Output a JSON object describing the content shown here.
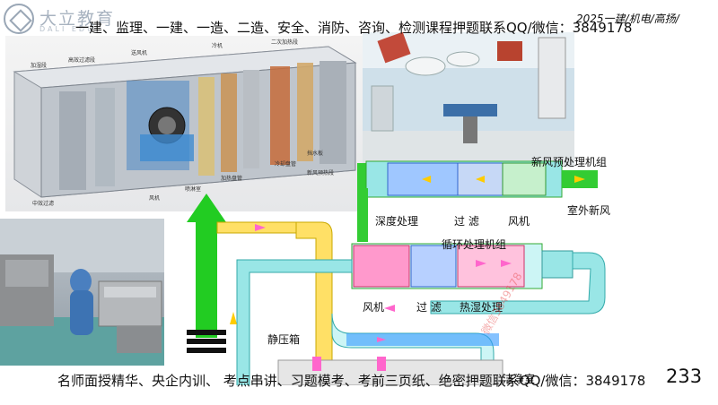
{
  "logo": {
    "name_cn": "大立教育",
    "name_en": "DALI EDU"
  },
  "header": {
    "courses": "一建、监理、一建、一造、二造、安全、消防、咨询、检测课程押题联系QQ/微信：3849178",
    "tag": "2025一建/机电/高扬/"
  },
  "footer": {
    "promo": "名师面授精华、央企内训、 考点串讲、习题模考、考前三页纸、绝密押题联系QQ/微信：3849178",
    "page_number": "233"
  },
  "photo_ahu_labels": [
    "加湿段",
    "高效过滤段",
    "送风机",
    "冷机",
    "二次加热段",
    "中效过滤",
    "风机",
    "冷却盘管",
    "加热盘管",
    "喷淋室",
    "挡水板",
    "新风预热段"
  ],
  "diagram": {
    "labels": {
      "fresh_air_unit": "新风预处理机组",
      "deep_treatment": "深度处理",
      "filter_top": "过 滤",
      "fan_top": "风机",
      "outdoor_air": "室外新风",
      "recirc_unit": "循环处理机组",
      "fan_bottom": "风机",
      "filter_bottom": "过 滤",
      "heat_humid": "热湿处理",
      "static_box": "静压箱",
      "clean_room": "洁净室"
    },
    "colors": {
      "duct_green": "#33cc33",
      "duct_yellow": "#ffe066",
      "duct_cyan": "#99e6e6",
      "duct_blue": "#3399ff",
      "pink": "#ff99cc",
      "arrow_yellow": "#ffcc00",
      "arrow_pink": "#ff66cc",
      "main_arrow": "#22cc22"
    }
  },
  "watermark": "微信3849178"
}
